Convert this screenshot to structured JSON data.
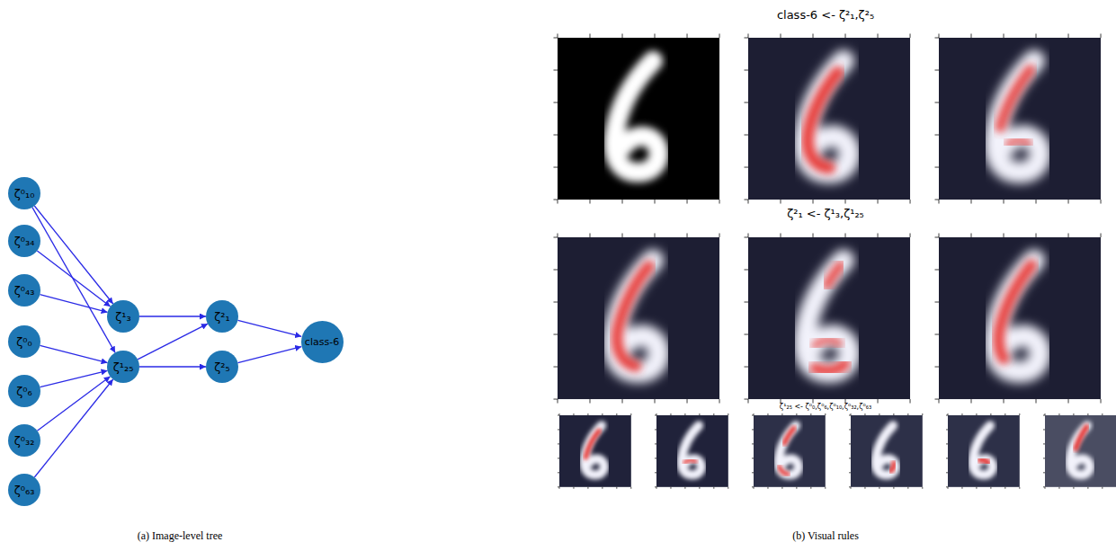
{
  "diagram": {
    "nodes": [
      {
        "text": [
          "ζ⁰₁₀"
        ]
      },
      {
        "text": [
          "ζ⁰₃₄"
        ]
      },
      {
        "text": [
          "ζ⁰₄₃"
        ]
      },
      {
        "text": [
          "ζ⁰₀"
        ]
      },
      {
        "text": [
          "ζ⁰₆"
        ]
      },
      {
        "text": [
          "ζ⁰₃₂"
        ]
      },
      {
        "text": [
          "ζ⁰₆₃"
        ]
      },
      {
        "text": [
          "ζ¹₃"
        ]
      },
      {
        "text": [
          "ζ¹₂₅"
        ]
      },
      {
        "text": [
          "ζ²₁"
        ]
      },
      {
        "text": [
          "ζ²₅"
        ]
      },
      {
        "text": [
          "class-6"
        ]
      }
    ],
    "edges": [
      {
        "from": 0,
        "to": 7,
        "arrow": "to"
      },
      {
        "from": 0,
        "to": 8,
        "arrow": "to"
      },
      {
        "from": 1,
        "to": 7,
        "arrow": "to"
      },
      {
        "from": 2,
        "to": 7,
        "arrow": "to"
      },
      {
        "from": 3,
        "to": 8,
        "arrow": "to"
      },
      {
        "from": 4,
        "to": 8,
        "arrow": "to"
      },
      {
        "from": 5,
        "to": 8,
        "arrow": "to"
      },
      {
        "from": 6,
        "to": 8,
        "arrow": "to"
      },
      {
        "from": 7,
        "to": 9,
        "arrow": "to"
      },
      {
        "from": 8,
        "to": 9,
        "arrow": "to"
      },
      {
        "from": 8,
        "to": 10,
        "arrow": "to"
      },
      {
        "from": 9,
        "to": 11,
        "arrow": "to"
      },
      {
        "from": 10,
        "to": 11,
        "arrow": "to"
      }
    ],
    "labels": [
      "class-6 <- ζ²₁,ζ²₅",
      "ζ²₁ <- ζ¹₃,ζ¹₂₅",
      "ζ¹₂₅ <- ζ⁰₀,ζ⁰₆,ζ⁰₁₀,ζ⁰₃₂,ζ⁰₆₃",
      "(a) Image-level tree",
      "(b) Visual rules"
    ]
  }
}
